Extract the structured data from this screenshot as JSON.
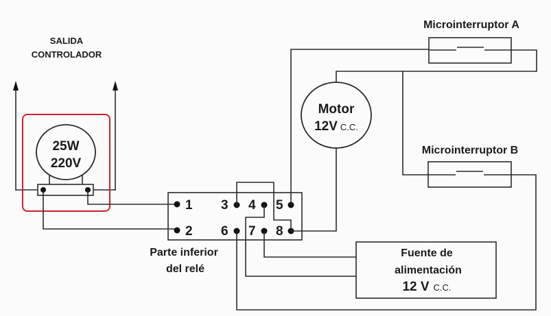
{
  "controller_output": {
    "line1": "SALIDA",
    "line2": "CONTROLADOR"
  },
  "lamp": {
    "power": "25W",
    "voltage": "220V"
  },
  "highlight_color": "#d0202a",
  "relay": {
    "terminals": [
      "1",
      "2",
      "3",
      "4",
      "5",
      "6",
      "7",
      "8"
    ],
    "label_line1": "Parte inferior",
    "label_line2": "del relé"
  },
  "motor": {
    "line1": "Motor",
    "voltage": "12V",
    "unit": "C.C."
  },
  "switch_a": {
    "label": "Microinterruptor A"
  },
  "switch_b": {
    "label": "Microinterruptor B"
  },
  "power_supply": {
    "line1": "Fuente de",
    "line2": "alimentación",
    "voltage": "12 V",
    "unit": "C.C."
  }
}
